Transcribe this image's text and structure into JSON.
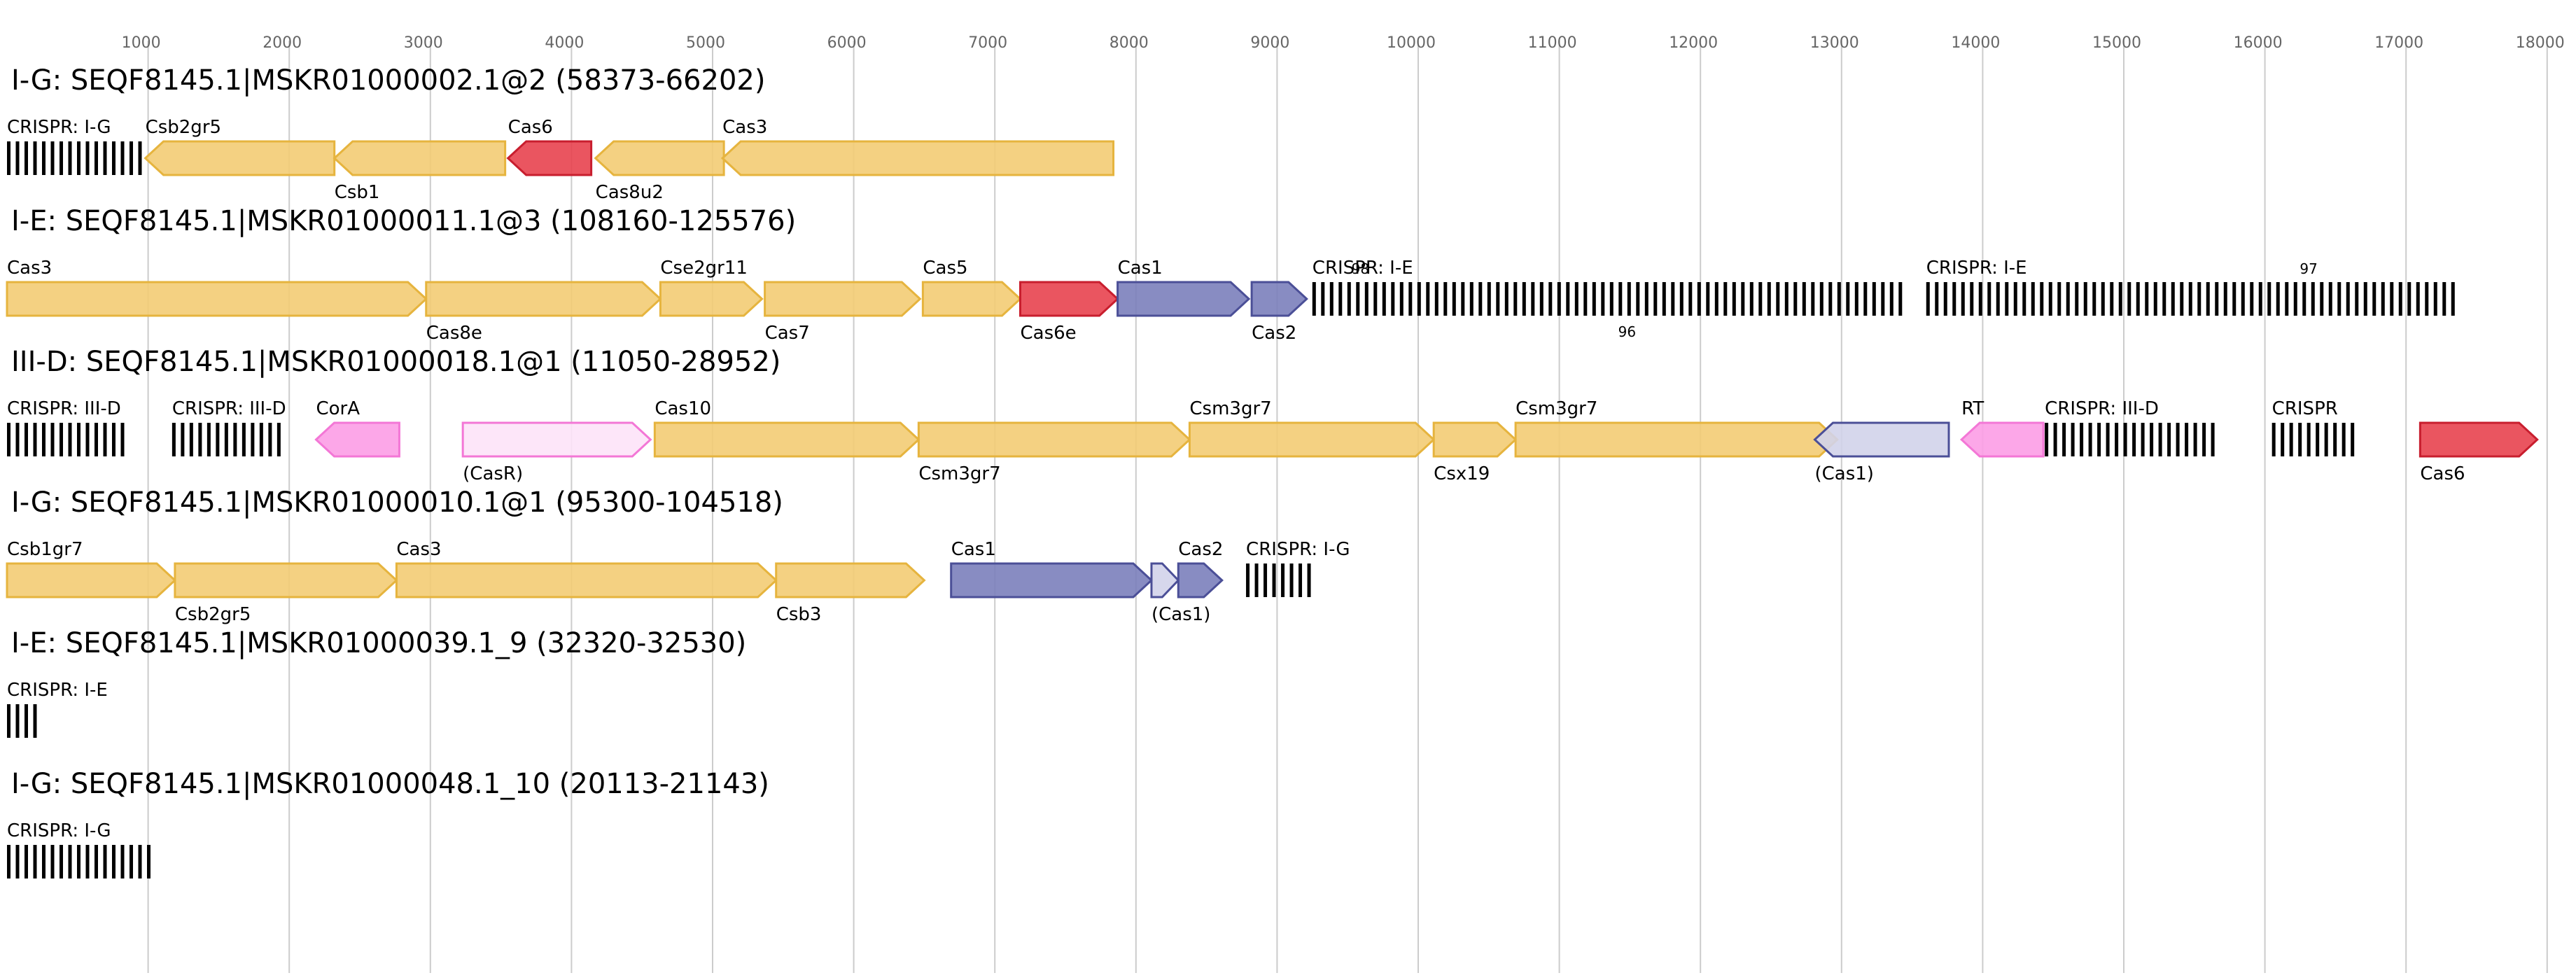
{
  "axis": {
    "ticks": [
      1000,
      2000,
      3000,
      4000,
      5000,
      6000,
      7000,
      8000,
      9000,
      10000,
      11000,
      12000,
      13000,
      14000,
      15000,
      16000,
      17000,
      18000
    ],
    "tick_labels": [
      "1000",
      "2000",
      "3000",
      "4000",
      "5000",
      "6000",
      "7000",
      "8000",
      "9000",
      "10000",
      "11000",
      "12000",
      "13000",
      "14000",
      "15000",
      "16000",
      "17000",
      "18000"
    ]
  },
  "colors": {
    "yellow": "#f3cc74",
    "yellow_stroke": "#e6b43e",
    "red": "#e8434f",
    "red_stroke": "#c81e2e",
    "blue": "#7b7fbb",
    "blue_stroke": "#4b4f97",
    "lightblue": "#d2d3ea",
    "pink": "#fc9de6",
    "pink_stroke": "#f377d6",
    "lightpink": "#fde3f8",
    "grid": "#cccccc"
  },
  "loci": [
    {
      "title": "I-G: SEQF8145.1|MSKR01000002.1@2 (58373-66202)",
      "features": [
        {
          "kind": "crispr",
          "start": 0,
          "end": 980,
          "label": "CRISPR: I-G",
          "label_pos": "above"
        },
        {
          "kind": "gene",
          "start": 980,
          "end": 2320,
          "strand": "-",
          "color": "yellow",
          "label": "Csb2gr5",
          "label_pos": "above"
        },
        {
          "kind": "gene",
          "start": 2320,
          "end": 3530,
          "strand": "-",
          "color": "yellow",
          "label": "Csb1",
          "label_pos": "below"
        },
        {
          "kind": "gene",
          "start": 3550,
          "end": 4140,
          "strand": "-",
          "color": "red",
          "label": "Cas6",
          "label_pos": "above"
        },
        {
          "kind": "gene",
          "start": 4170,
          "end": 5080,
          "strand": "-",
          "color": "yellow",
          "label": "Cas8u2",
          "label_pos": "below"
        },
        {
          "kind": "gene",
          "start": 5070,
          "end": 7840,
          "strand": "-",
          "color": "yellow",
          "label": "Cas3",
          "label_pos": "above"
        }
      ],
      "notes": []
    },
    {
      "title": "I-E: SEQF8145.1|MSKR01000011.1@3 (108160-125576)",
      "features": [
        {
          "kind": "gene",
          "start": 0,
          "end": 2970,
          "strand": "+",
          "color": "yellow",
          "label": "Cas3",
          "label_pos": "above"
        },
        {
          "kind": "gene",
          "start": 2970,
          "end": 4630,
          "strand": "+",
          "color": "yellow",
          "label": "Cas8e",
          "label_pos": "below"
        },
        {
          "kind": "gene",
          "start": 4630,
          "end": 5350,
          "strand": "+",
          "color": "yellow",
          "label": "Cse2gr11",
          "label_pos": "above"
        },
        {
          "kind": "gene",
          "start": 5370,
          "end": 6470,
          "strand": "+",
          "color": "yellow",
          "label": "Cas7",
          "label_pos": "below"
        },
        {
          "kind": "gene",
          "start": 6490,
          "end": 7180,
          "strand": "+",
          "color": "yellow",
          "label": "Cas5",
          "label_pos": "above"
        },
        {
          "kind": "gene",
          "start": 7180,
          "end": 7870,
          "strand": "+",
          "color": "red",
          "label": "Cas6e",
          "label_pos": "below"
        },
        {
          "kind": "gene",
          "start": 7870,
          "end": 8800,
          "strand": "+",
          "color": "blue",
          "label": "Cas1",
          "label_pos": "above"
        },
        {
          "kind": "gene",
          "start": 8820,
          "end": 9210,
          "strand": "+",
          "color": "blue",
          "label": "Cas2",
          "label_pos": "below"
        },
        {
          "kind": "crispr",
          "start": 9250,
          "end": 13480,
          "label": "CRISPR: I-E",
          "label_pos": "above"
        },
        {
          "kind": "crispr",
          "start": 13600,
          "end": 17400,
          "label": "CRISPR: I-E",
          "label_pos": "above"
        }
      ],
      "notes": [
        {
          "text": "98",
          "pos": 9590,
          "where": "above"
        },
        {
          "text": "96",
          "pos": 11480,
          "where": "below"
        },
        {
          "text": "97",
          "pos": 16310,
          "where": "above"
        }
      ]
    },
    {
      "title": "III-D: SEQF8145.1|MSKR01000018.1@1 (11050-28952)",
      "features": [
        {
          "kind": "crispr",
          "start": 0,
          "end": 860,
          "label": "CRISPR: III-D",
          "label_pos": "above"
        },
        {
          "kind": "crispr",
          "start": 1170,
          "end": 1960,
          "label": "CRISPR: III-D",
          "label_pos": "above"
        },
        {
          "kind": "gene",
          "start": 2190,
          "end": 2780,
          "strand": "-",
          "color": "pink",
          "label": "CorA",
          "label_pos": "above"
        },
        {
          "kind": "gene",
          "start": 3230,
          "end": 4560,
          "strand": "+",
          "color": "lightpink",
          "label": "(CasR)",
          "label_pos": "below"
        },
        {
          "kind": "gene",
          "start": 4590,
          "end": 6460,
          "strand": "+",
          "color": "yellow",
          "label": "Cas10",
          "label_pos": "above"
        },
        {
          "kind": "gene",
          "start": 6460,
          "end": 8380,
          "strand": "+",
          "color": "yellow",
          "label": "Csm3gr7",
          "label_pos": "below"
        },
        {
          "kind": "gene",
          "start": 8380,
          "end": 10110,
          "strand": "+",
          "color": "yellow",
          "label": "Csm3gr7",
          "label_pos": "above"
        },
        {
          "kind": "gene",
          "start": 10110,
          "end": 10690,
          "strand": "+",
          "color": "yellow",
          "label": "Csx19",
          "label_pos": "below"
        },
        {
          "kind": "gene",
          "start": 10690,
          "end": 12970,
          "strand": "+",
          "color": "yellow",
          "label": "Csm3gr7",
          "label_pos": "above"
        },
        {
          "kind": "gene",
          "start": 12810,
          "end": 13760,
          "strand": "-",
          "color": "lightblue",
          "label": "(Cas1)",
          "label_pos": "below"
        },
        {
          "kind": "gene",
          "start": 13850,
          "end": 14430,
          "strand": "-",
          "color": "pink",
          "label": "RT",
          "label_pos": "above"
        },
        {
          "kind": "crispr",
          "start": 14440,
          "end": 15700,
          "label": "CRISPR: III-D",
          "label_pos": "above"
        },
        {
          "kind": "crispr",
          "start": 16050,
          "end": 16660,
          "label": "CRISPR",
          "label_pos": "above"
        },
        {
          "kind": "gene",
          "start": 17100,
          "end": 17930,
          "strand": "+",
          "color": "red",
          "label": "Cas6",
          "label_pos": "below"
        }
      ],
      "notes": []
    },
    {
      "title": "I-G: SEQF8145.1|MSKR01000010.1@1 (95300-104518)",
      "features": [
        {
          "kind": "gene",
          "start": 0,
          "end": 1190,
          "strand": "+",
          "color": "yellow",
          "label": "Csb1gr7",
          "label_pos": "above"
        },
        {
          "kind": "gene",
          "start": 1190,
          "end": 2760,
          "strand": "+",
          "color": "yellow",
          "label": "Csb2gr5",
          "label_pos": "below"
        },
        {
          "kind": "gene",
          "start": 2760,
          "end": 5450,
          "strand": "+",
          "color": "yellow",
          "label": "Cas3",
          "label_pos": "above"
        },
        {
          "kind": "gene",
          "start": 5450,
          "end": 6500,
          "strand": "+",
          "color": "yellow",
          "label": "Csb3",
          "label_pos": "below"
        },
        {
          "kind": "gene",
          "start": 6690,
          "end": 8110,
          "strand": "+",
          "color": "blue",
          "label": "Cas1",
          "label_pos": "above"
        },
        {
          "kind": "gene",
          "start": 8110,
          "end": 8300,
          "strand": "+",
          "color": "lightblue",
          "label": "(Cas1)",
          "label_pos": "below"
        },
        {
          "kind": "gene",
          "start": 8300,
          "end": 8610,
          "strand": "+",
          "color": "blue",
          "label": "Cas2",
          "label_pos": "above"
        },
        {
          "kind": "crispr",
          "start": 8780,
          "end": 9250,
          "label": "CRISPR: I-G",
          "label_pos": "above"
        }
      ],
      "notes": []
    },
    {
      "title": "I-E: SEQF8145.1|MSKR01000039.1_9 (32320-32530)",
      "features": [
        {
          "kind": "crispr",
          "start": 0,
          "end": 210,
          "label": "CRISPR: I-E",
          "label_pos": "above"
        }
      ],
      "notes": []
    },
    {
      "title": "I-G: SEQF8145.1|MSKR01000048.1_10 (20113-21143)",
      "features": [
        {
          "kind": "crispr",
          "start": 0,
          "end": 1030,
          "label": "CRISPR: I-G",
          "label_pos": "above"
        }
      ],
      "notes": []
    }
  ]
}
